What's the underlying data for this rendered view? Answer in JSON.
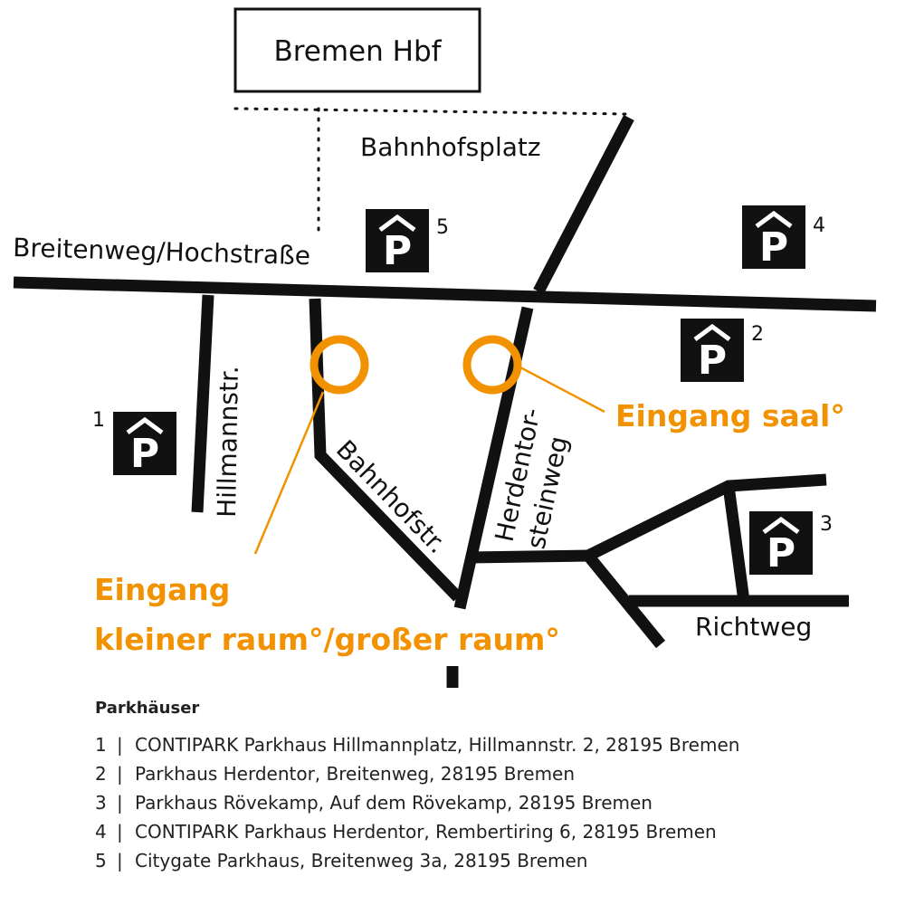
{
  "map": {
    "station": "Bremen Hbf",
    "square": "Bahnhofsplatz",
    "streets": {
      "breitenweg": "Breitenweg/Hochstraße",
      "hillmann": "Hillmannstr.",
      "bahnhofstr": "Bahnhofstr.",
      "herdentor_1": "Herdentor-",
      "herdentor_2": "steinweg",
      "richtweg": "Richtweg"
    },
    "parking_letter": "P",
    "parking_numbers": [
      "1",
      "2",
      "3",
      "4",
      "5"
    ],
    "entrances": {
      "saal": "Eingang saal°",
      "raum_1": "Eingang",
      "raum_2": "kleiner raum°/großer raum°"
    },
    "colors": {
      "accent": "#f39200",
      "ink": "#111111"
    }
  },
  "legend": {
    "title": "Parkhäuser",
    "separator": "|",
    "items": [
      {
        "num": "1",
        "text": "CONTIPARK Parkhaus Hillmannplatz, Hillmannstr. 2, 28195 Bremen"
      },
      {
        "num": "2",
        "text": "Parkhaus Herdentor, Breitenweg, 28195 Bremen"
      },
      {
        "num": "3",
        "text": "Parkhaus Rövekamp, Auf dem Rövekamp, 28195 Bremen"
      },
      {
        "num": "4",
        "text": "CONTIPARK Parkhaus Herdentor, Rembertiring 6, 28195 Bremen"
      },
      {
        "num": "5",
        "text": "Citygate Parkhaus, Breitenweg 3a, 28195 Bremen"
      }
    ]
  }
}
